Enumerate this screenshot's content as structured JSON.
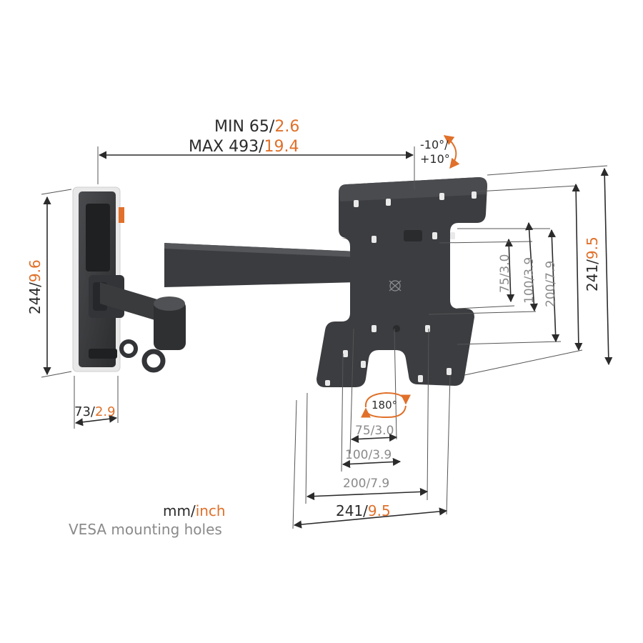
{
  "colors": {
    "accent": "#e0702a",
    "text": "#2b2b2b",
    "muted": "#8a8a8a",
    "product": "#3a3b3d",
    "background": "#ffffff"
  },
  "reach": {
    "min_label": "MIN 65/",
    "min_inch": "2.6",
    "max_label": "MAX 493/",
    "max_inch": "19.4"
  },
  "tilt": {
    "up": "-10°/",
    "down": "+10°"
  },
  "wall_plate": {
    "height_mm": "244/",
    "height_inch": "9.6",
    "depth_mm": "73/",
    "depth_inch": "2.9"
  },
  "rotation": {
    "label": "180°"
  },
  "vesa_vertical": [
    {
      "mm": "75/",
      "inch": "3.0"
    },
    {
      "mm": "100/",
      "inch": "3.9"
    },
    {
      "mm": "200/",
      "inch": "7.9"
    },
    {
      "mm": "241/",
      "inch": "9.5"
    }
  ],
  "vesa_horizontal": [
    {
      "mm": "75/",
      "inch": "3.0"
    },
    {
      "mm": "100/",
      "inch": "3.9"
    },
    {
      "mm": "200/",
      "inch": "7.9"
    },
    {
      "mm": "241/",
      "inch": "9.5"
    }
  ],
  "legend": {
    "unit_mm": "mm/",
    "unit_inch": "inch",
    "caption": "VESA mounting holes"
  },
  "icons": [
    "rotate-arrow-icon",
    "tilt-arrow-icon",
    "brand-logo-icon"
  ]
}
